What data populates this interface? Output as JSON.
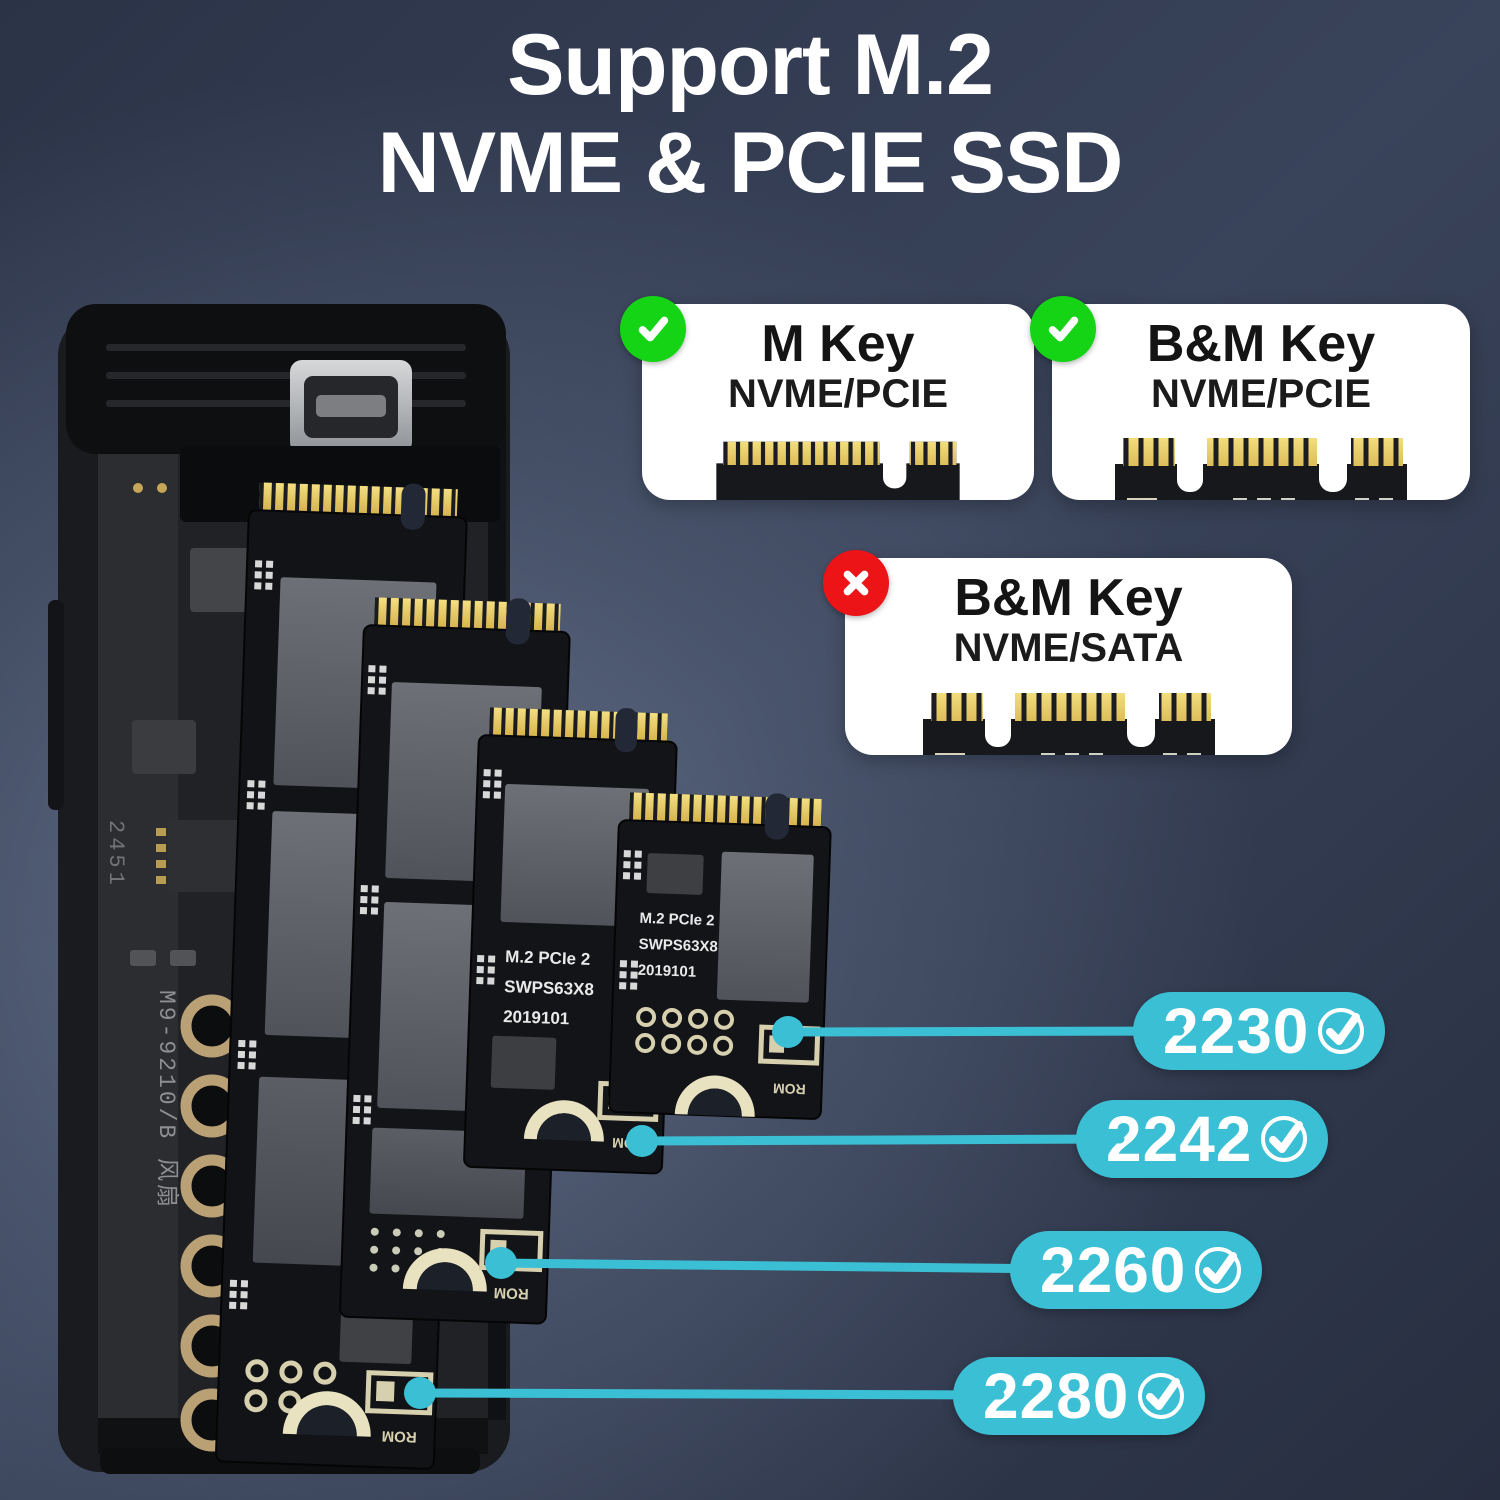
{
  "title": {
    "line1": "Support M.2",
    "line2": "NVME & PCIE SSD"
  },
  "compatibility_cards": [
    {
      "title": "M Key",
      "subtitle": "NVME/PCIE",
      "status": "supported",
      "status_icon": "check-icon",
      "connector": "m-key"
    },
    {
      "title": "B&M Key",
      "subtitle": "NVME/PCIE",
      "status": "supported",
      "status_icon": "check-icon",
      "connector": "b-and-m-key"
    },
    {
      "title": "B&M Key",
      "subtitle": "NVME/SATA",
      "status": "not-supported",
      "status_icon": "cross-icon",
      "connector": "b-and-m-key"
    }
  ],
  "size_badges": [
    {
      "label": "2230",
      "supported": true
    },
    {
      "label": "2242",
      "supported": true
    },
    {
      "label": "2260",
      "supported": true
    },
    {
      "label": "2280",
      "supported": true
    }
  ],
  "device": {
    "ssd_label_line1": "M.2 PCIe 2",
    "ssd_label_line2": "SWPS63X8",
    "ssd_label_line3": "2019101",
    "rom_label": "ROM",
    "enclosure_marking_vertical": "M9-9210/B 风扇",
    "enclosure_marking_small": "2451"
  },
  "colors": {
    "accent_cyan": "#3BBFD4",
    "supported_green": "#15D415",
    "not_supported_red": "#ED1418",
    "gold": "#D9AE3E",
    "card_white": "#FFFFFF",
    "background_navy": "#2A3347"
  }
}
